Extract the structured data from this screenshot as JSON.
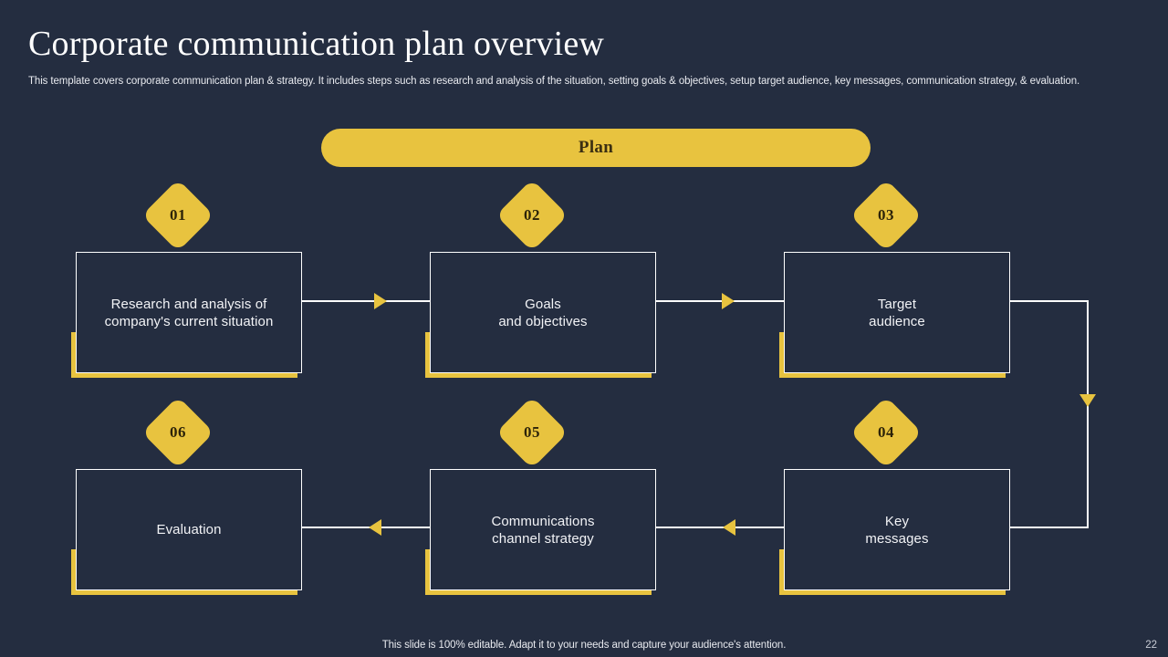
{
  "slide": {
    "background_color": "#242D40",
    "accent_color": "#E8C33F",
    "title": "Corporate communication plan overview",
    "subtitle": "This template covers corporate communication plan & strategy. It includes steps such as research and analysis of the situation, setting goals & objectives, setup target audience, key messages, communication strategy, & evaluation.",
    "footer_note": "This slide is 100% editable. Adapt it to your needs and capture your audience's attention.",
    "page_number": "22"
  },
  "banner": {
    "label": "Plan"
  },
  "steps": [
    {
      "number": "01",
      "text": "Research and analysis of company's current situation"
    },
    {
      "number": "02",
      "text": "Goals\nand objectives"
    },
    {
      "number": "03",
      "text": "Target\naudience"
    },
    {
      "number": "04",
      "text": "Key\nmessages"
    },
    {
      "number": "05",
      "text": "Communications\nchannel strategy"
    },
    {
      "number": "06",
      "text": "Evaluation"
    }
  ]
}
